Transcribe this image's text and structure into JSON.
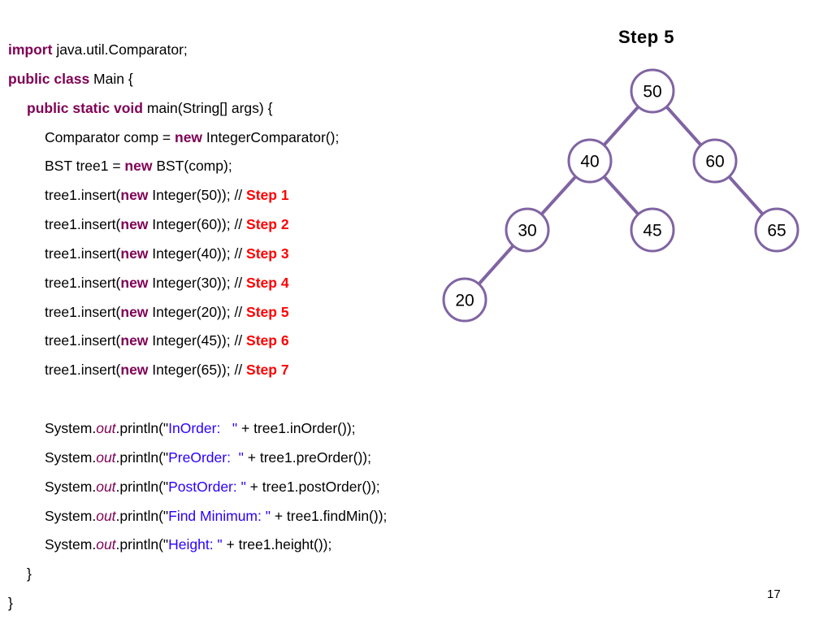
{
  "code": {
    "lines": [
      {
        "indent": 0,
        "parts": [
          {
            "t": "import",
            "c": "kw"
          },
          {
            "t": " java.util.Comparator;",
            "c": ""
          }
        ]
      },
      {
        "indent": 0,
        "parts": [
          {
            "t": "public class",
            "c": "kw"
          },
          {
            "t": " Main {",
            "c": ""
          }
        ]
      },
      {
        "indent": 1,
        "parts": [
          {
            "t": "public static void",
            "c": "kw"
          },
          {
            "t": " main(String[] args) {",
            "c": ""
          }
        ]
      },
      {
        "indent": 2,
        "parts": [
          {
            "t": "Comparator comp = ",
            "c": ""
          },
          {
            "t": "new",
            "c": "kw"
          },
          {
            "t": " IntegerComparator();",
            "c": ""
          }
        ]
      },
      {
        "indent": 2,
        "parts": [
          {
            "t": "BST tree1 = ",
            "c": ""
          },
          {
            "t": "new",
            "c": "kw"
          },
          {
            "t": " BST(comp);",
            "c": ""
          }
        ]
      },
      {
        "indent": 2,
        "parts": [
          {
            "t": "tree1.insert(",
            "c": ""
          },
          {
            "t": "new",
            "c": "kw"
          },
          {
            "t": " Integer(50)); // ",
            "c": ""
          },
          {
            "t": "Step 1",
            "c": "step"
          }
        ]
      },
      {
        "indent": 2,
        "parts": [
          {
            "t": "tree1.insert(",
            "c": ""
          },
          {
            "t": "new",
            "c": "kw"
          },
          {
            "t": " Integer(60)); // ",
            "c": ""
          },
          {
            "t": "Step 2",
            "c": "step"
          }
        ]
      },
      {
        "indent": 2,
        "parts": [
          {
            "t": "tree1.insert(",
            "c": ""
          },
          {
            "t": "new",
            "c": "kw"
          },
          {
            "t": " Integer(40)); // ",
            "c": ""
          },
          {
            "t": "Step 3",
            "c": "step"
          }
        ]
      },
      {
        "indent": 2,
        "parts": [
          {
            "t": "tree1.insert(",
            "c": ""
          },
          {
            "t": "new",
            "c": "kw"
          },
          {
            "t": " Integer(30)); // ",
            "c": ""
          },
          {
            "t": "Step 4",
            "c": "step"
          }
        ]
      },
      {
        "indent": 2,
        "parts": [
          {
            "t": "tree1.insert(",
            "c": ""
          },
          {
            "t": "new",
            "c": "kw"
          },
          {
            "t": " Integer(20)); // ",
            "c": ""
          },
          {
            "t": "Step 5",
            "c": "step"
          }
        ]
      },
      {
        "indent": 2,
        "parts": [
          {
            "t": "tree1.insert(",
            "c": ""
          },
          {
            "t": "new",
            "c": "kw"
          },
          {
            "t": " Integer(45)); // ",
            "c": ""
          },
          {
            "t": "Step 6",
            "c": "step"
          }
        ]
      },
      {
        "indent": 2,
        "parts": [
          {
            "t": "tree1.insert(",
            "c": ""
          },
          {
            "t": "new",
            "c": "kw"
          },
          {
            "t": " Integer(65)); // ",
            "c": ""
          },
          {
            "t": "Step 7",
            "c": "step"
          }
        ]
      },
      {
        "indent": 0,
        "parts": []
      },
      {
        "indent": 2,
        "parts": [
          {
            "t": "System.",
            "c": ""
          },
          {
            "t": "out",
            "c": "italic-out"
          },
          {
            "t": ".println(\"",
            "c": ""
          },
          {
            "t": "InOrder:   \"",
            "c": "str"
          },
          {
            "t": " + tree1.inOrder());",
            "c": ""
          }
        ]
      },
      {
        "indent": 2,
        "parts": [
          {
            "t": "System.",
            "c": ""
          },
          {
            "t": "out",
            "c": "italic-out"
          },
          {
            "t": ".println(\"",
            "c": ""
          },
          {
            "t": "PreOrder:  \"",
            "c": "str"
          },
          {
            "t": " + tree1.preOrder());",
            "c": ""
          }
        ]
      },
      {
        "indent": 2,
        "parts": [
          {
            "t": "System.",
            "c": ""
          },
          {
            "t": "out",
            "c": "italic-out"
          },
          {
            "t": ".println(\"",
            "c": ""
          },
          {
            "t": "PostOrder: \"",
            "c": "str"
          },
          {
            "t": " + tree1.postOrder());",
            "c": ""
          }
        ]
      },
      {
        "indent": 2,
        "parts": [
          {
            "t": "System.",
            "c": ""
          },
          {
            "t": "out",
            "c": "italic-out"
          },
          {
            "t": ".println(\"",
            "c": ""
          },
          {
            "t": "Find Minimum: \"",
            "c": "str"
          },
          {
            "t": " + tree1.findMin());",
            "c": ""
          }
        ]
      },
      {
        "indent": 2,
        "parts": [
          {
            "t": "System.",
            "c": ""
          },
          {
            "t": "out",
            "c": "italic-out"
          },
          {
            "t": ".println(\"",
            "c": ""
          },
          {
            "t": "Height: \"",
            "c": "str"
          },
          {
            "t": " + tree1.height());",
            "c": ""
          }
        ]
      },
      {
        "indent": 1,
        "parts": [
          {
            "t": "}",
            "c": ""
          }
        ]
      },
      {
        "indent": 0,
        "parts": [
          {
            "t": "}",
            "c": ""
          }
        ]
      }
    ]
  },
  "tree": {
    "title": "Step 5",
    "nodes": [
      {
        "id": "n50",
        "label": "50"
      },
      {
        "id": "n40",
        "label": "40"
      },
      {
        "id": "n60",
        "label": "60"
      },
      {
        "id": "n30",
        "label": "30"
      },
      {
        "id": "n45",
        "label": "45"
      },
      {
        "id": "n65",
        "label": "65"
      },
      {
        "id": "n20",
        "label": "20"
      }
    ],
    "edges": [
      {
        "from": "n50",
        "to": "n40"
      },
      {
        "from": "n50",
        "to": "n60"
      },
      {
        "from": "n40",
        "to": "n30"
      },
      {
        "from": "n40",
        "to": "n45"
      },
      {
        "from": "n60",
        "to": "n65"
      },
      {
        "from": "n30",
        "to": "n20"
      }
    ]
  },
  "page_number": "17",
  "colors": {
    "keyword": "#7f0055",
    "string": "#2a00ff",
    "step": "#ff0000",
    "tree_stroke": "#8064a2"
  }
}
